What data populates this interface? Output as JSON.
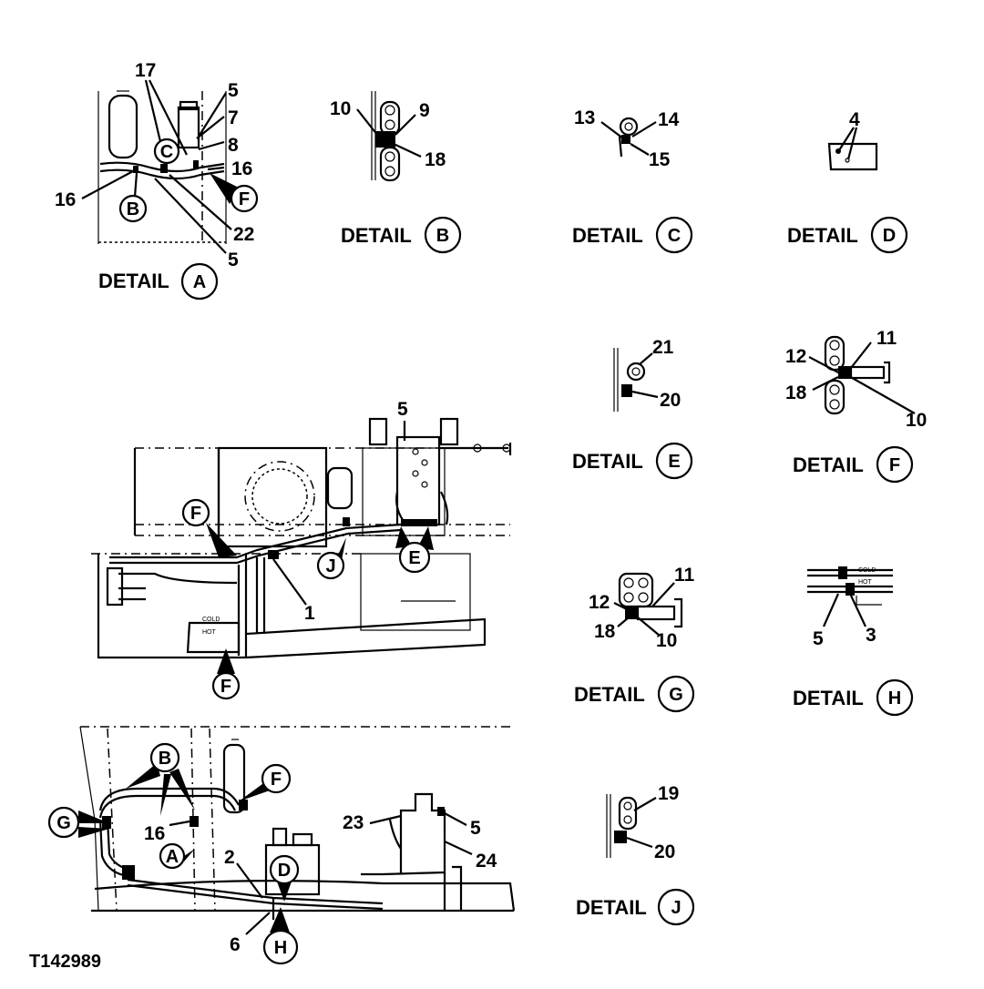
{
  "figure_code": "T142989",
  "detail_word": "DETAIL",
  "letters": {
    "A": "A",
    "B": "B",
    "C": "C",
    "D": "D",
    "E": "E",
    "F": "F",
    "G": "G",
    "H": "H",
    "J": "J"
  },
  "numbers": {
    "n1": "1",
    "n2": "2",
    "n3": "3",
    "n4": "4",
    "n5": "5",
    "n6": "6",
    "n7": "7",
    "n8": "8",
    "n9": "9",
    "n10": "10",
    "n11": "11",
    "n12": "12",
    "n13": "13",
    "n14": "14",
    "n15": "15",
    "n16": "16",
    "n17": "17",
    "n18": "18",
    "n19": "19",
    "n20": "20",
    "n21": "21",
    "n22": "22",
    "n23": "23",
    "n24": "24"
  },
  "marks": {
    "cold": "COLD",
    "hot": "HOT"
  }
}
